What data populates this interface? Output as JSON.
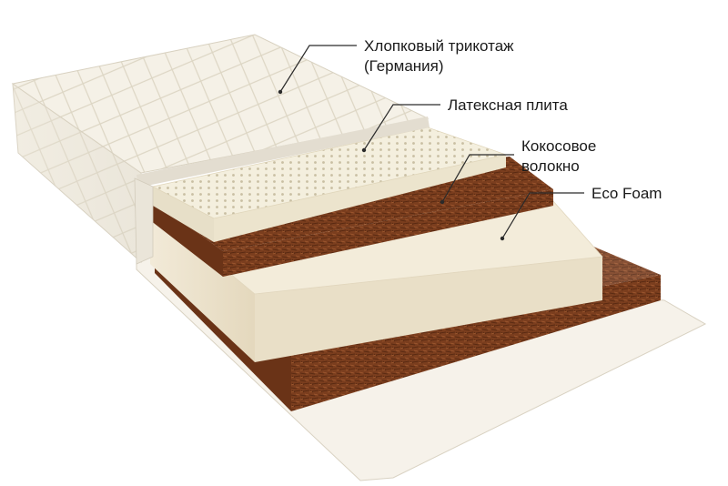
{
  "callouts": [
    {
      "lines": [
        "Хлопковый трикотаж",
        "(Германия)"
      ]
    },
    {
      "lines": [
        "Латексная плита"
      ]
    },
    {
      "lines": [
        "Кокосовое",
        "волокно"
      ]
    },
    {
      "lines": [
        "Eco Foam"
      ]
    }
  ],
  "colors": {
    "cover": "#f4f0e6",
    "latex": "#f3eedd",
    "coir": "#7a3d1d",
    "eco_foam": "#efe6d2",
    "base": "#f6f2ea",
    "leader_line": "#2a2a2a"
  }
}
